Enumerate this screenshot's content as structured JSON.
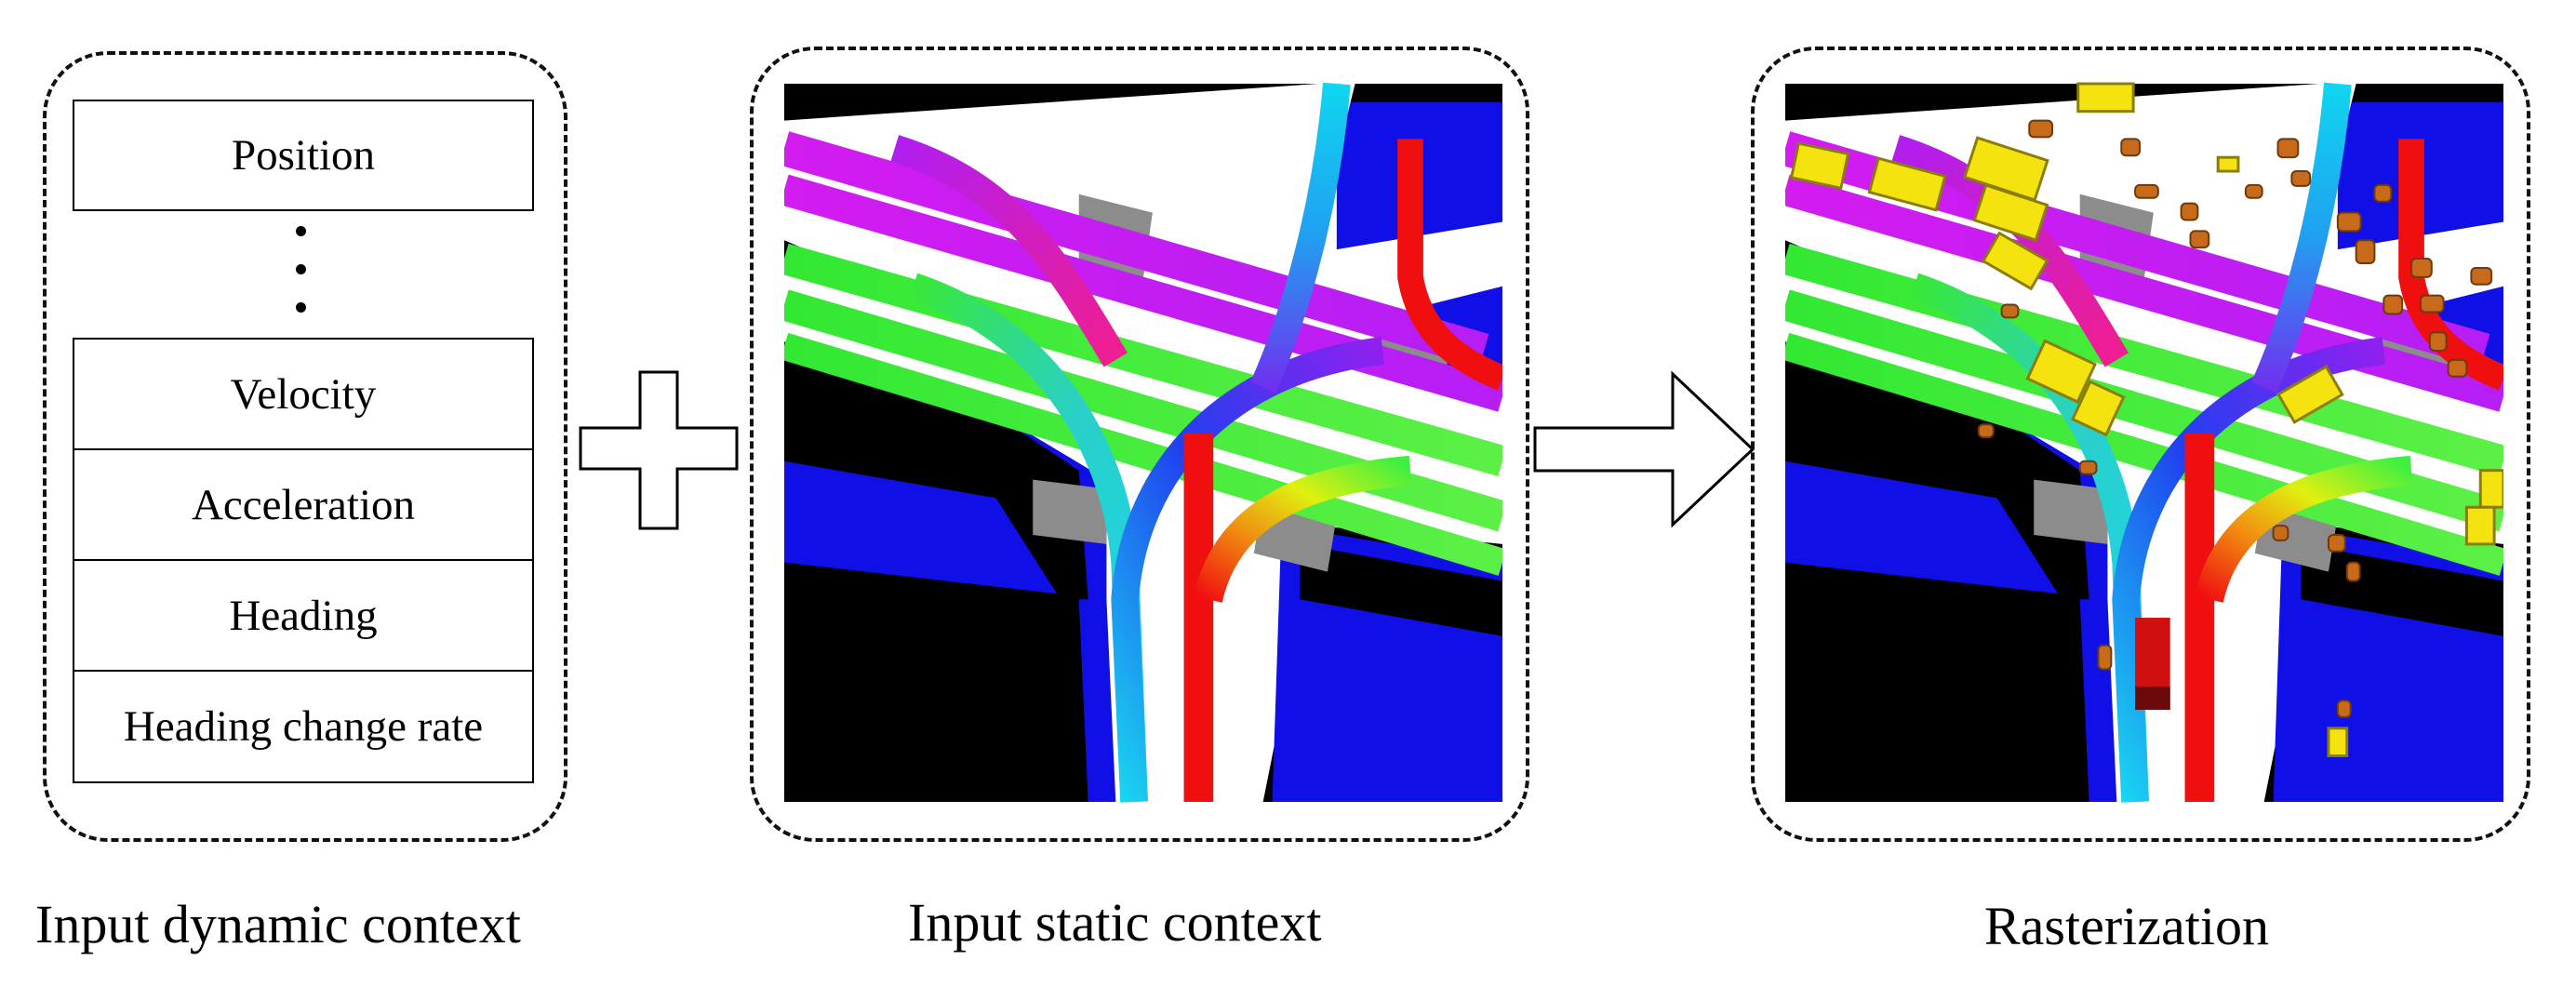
{
  "dynamic_context": {
    "features": [
      "Position",
      "Velocity",
      "Acceleration",
      "Heading",
      "Heading change rate"
    ],
    "caption": "Input dynamic context"
  },
  "static_context": {
    "caption": "Input static context"
  },
  "rasterization": {
    "caption": "Rasterization"
  },
  "colors": {
    "background": "#000000",
    "drivable_area": "#ffffff",
    "sidewalk": "#1010e6",
    "crosswalk": "#8c8c8c",
    "lane_magenta": "#d21cf0",
    "lane_green": "#3df03d",
    "lane_red": "#f00f0f",
    "lane_cyan": "#10d6f0",
    "vehicle": "#f5e30f",
    "pedestrian": "#c76a1a"
  },
  "icons": {
    "plus": "plus-icon",
    "arrow": "right-arrow-icon"
  }
}
